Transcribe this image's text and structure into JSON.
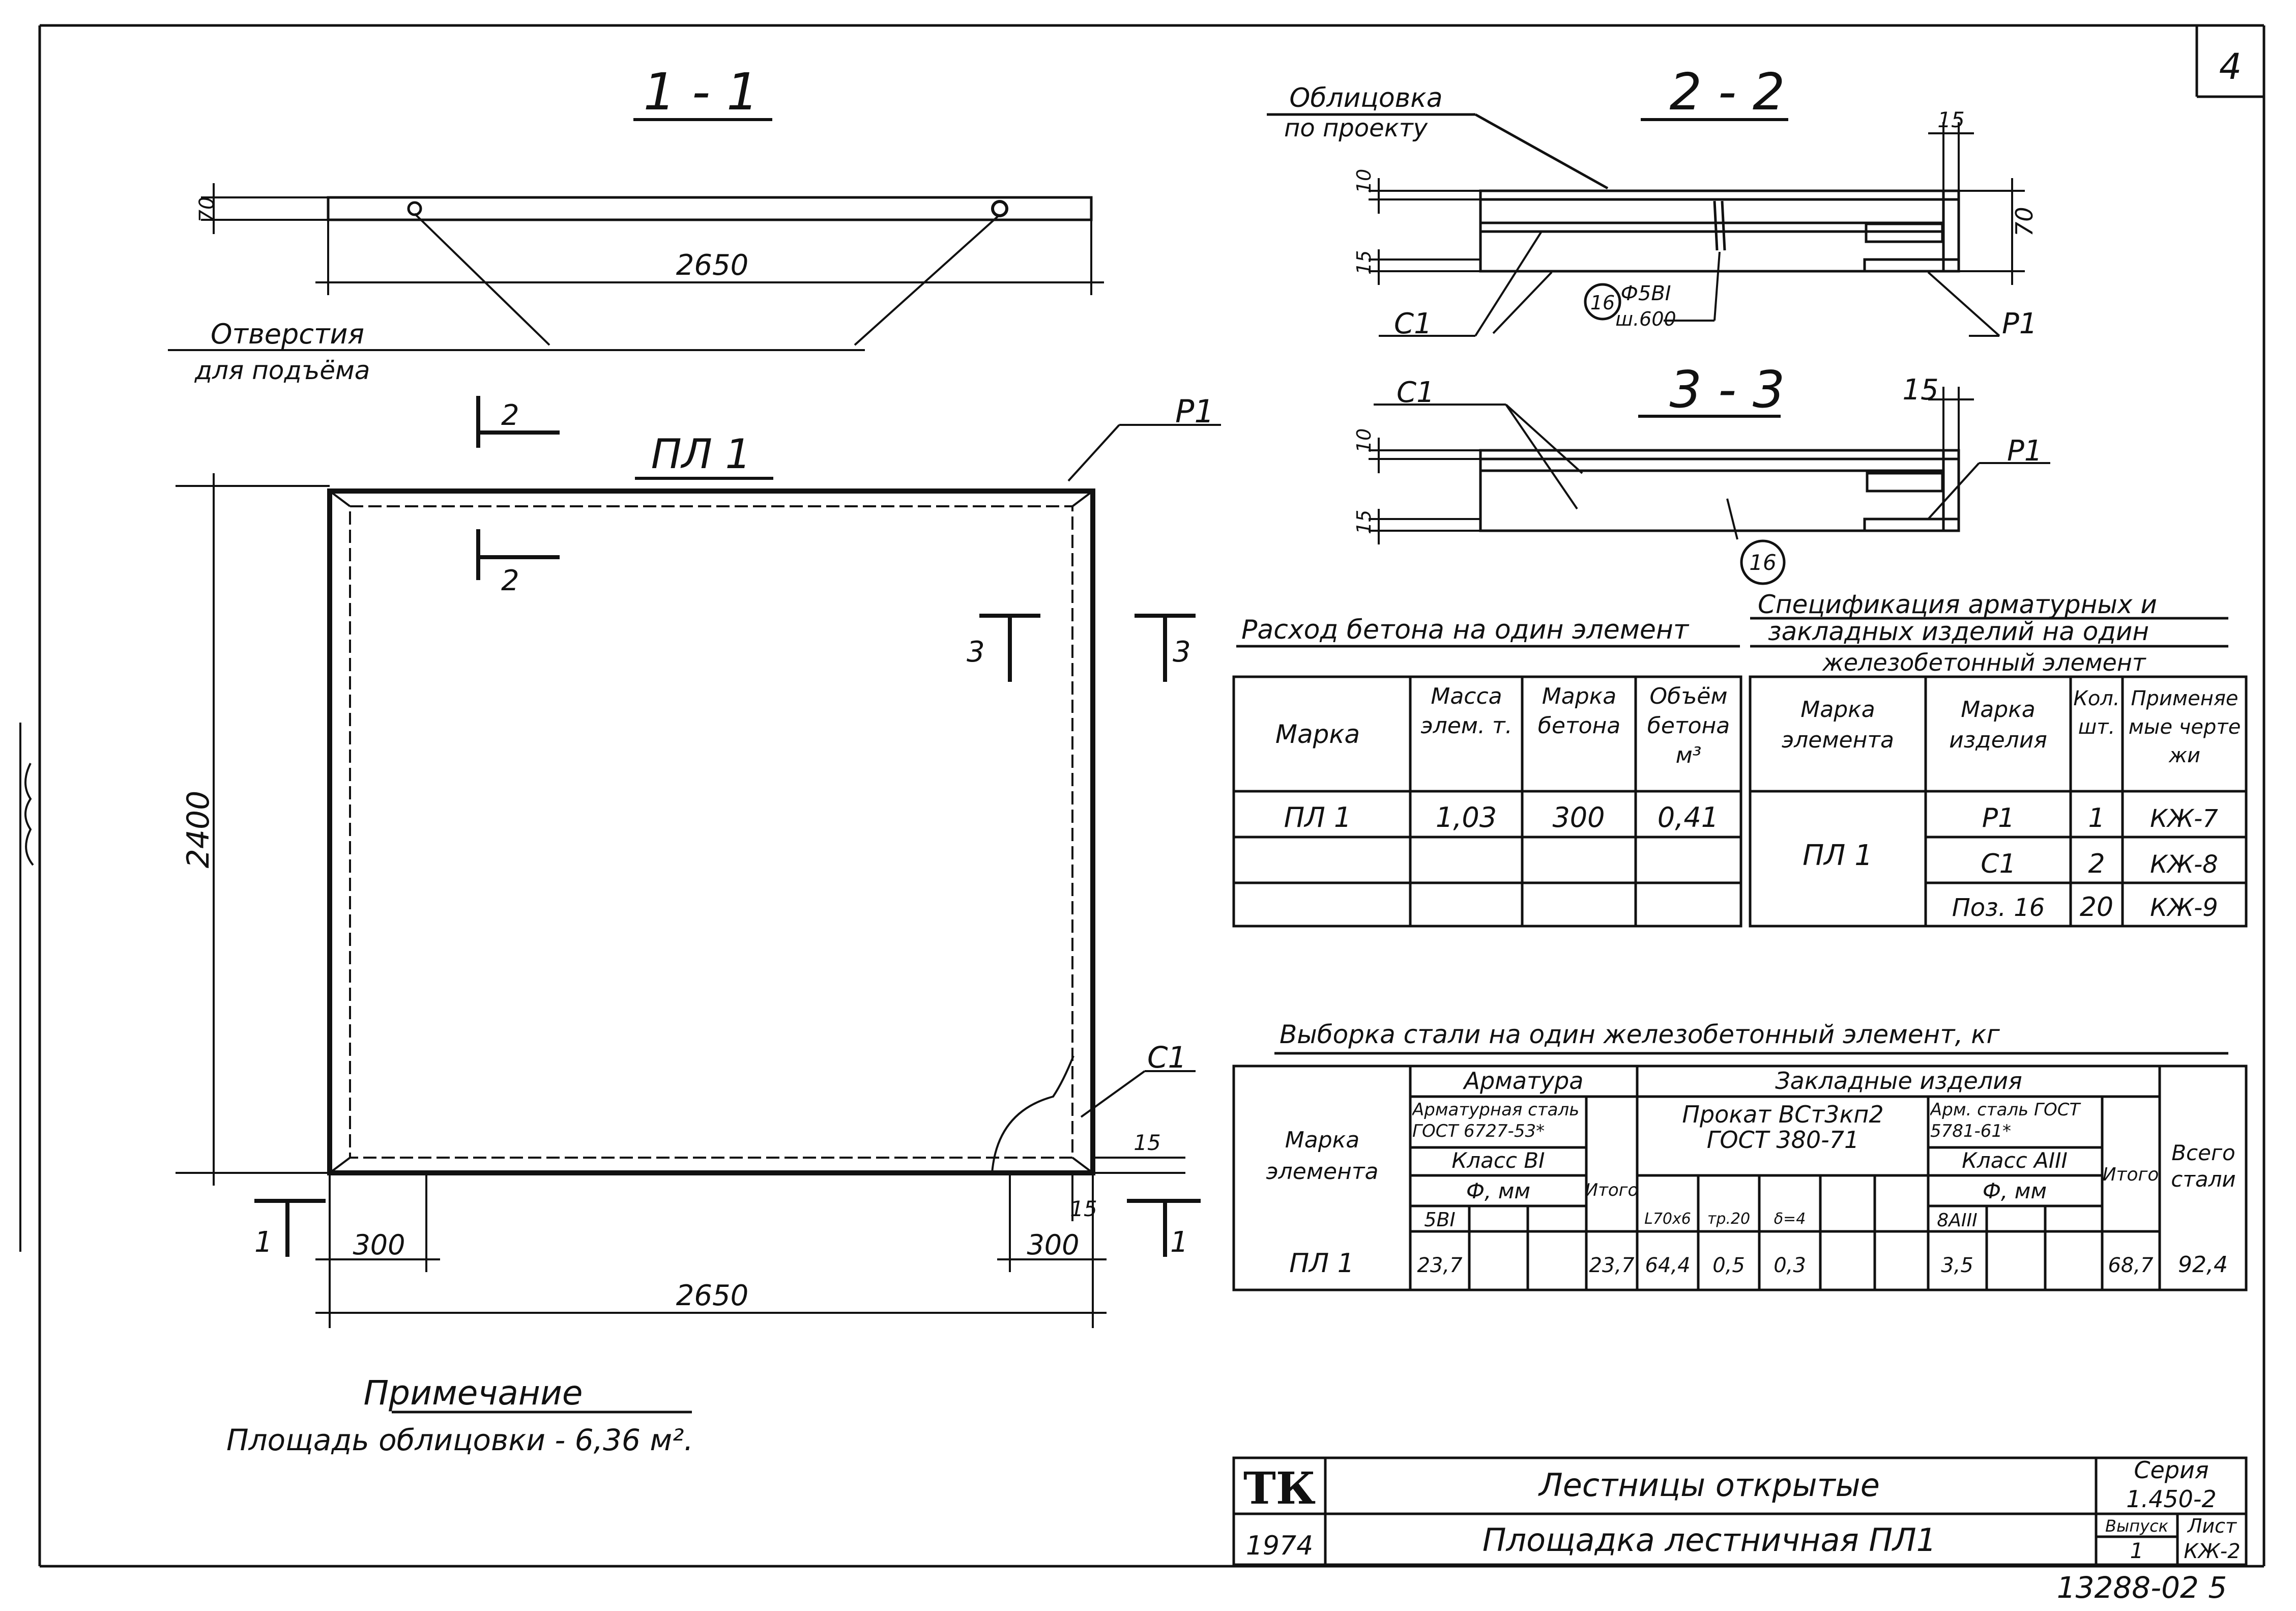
{
  "sheet": {
    "number": "4"
  },
  "section_1_1": {
    "title": "1 - 1",
    "dim_height": "70",
    "dim_length": "2650",
    "note_line1": "Отверстия",
    "note_line2": "для подъёма"
  },
  "section_2_2": {
    "title": "2 - 2",
    "cladding_line1": "Облицовка",
    "cladding_line2": "по проекту",
    "dim_top": "10",
    "dim_bottom": "15",
    "dim_width": "15",
    "dim_height": "70",
    "label_c1": "С1",
    "label_p1": "Р1",
    "pos_number": "16",
    "pos_bar": "Ф5ВI",
    "pos_spacing": "ш.600"
  },
  "section_3_3": {
    "title": "3 - 3",
    "label_c1": "С1",
    "label_p1": "Р1",
    "dim_width": "15",
    "dim_top": "10",
    "dim_bottom": "15",
    "pos_number": "16"
  },
  "plan": {
    "title": "ПЛ 1",
    "label_p1": "Р1",
    "label_c1": "С1",
    "cut_1": "1",
    "cut_2": "2",
    "cut_3": "3",
    "dim_height": "2400",
    "dim_length": "2650",
    "dim_left": "300",
    "dim_right": "300",
    "dim_edge_a": "15",
    "dim_edge_b": "15"
  },
  "note": {
    "title": "Примечание",
    "text": "Площадь облицовки - 6,36 м²."
  },
  "concrete_table": {
    "title": "Расход бетона на один элемент",
    "headers": [
      "Марка",
      "Масса элем. т.",
      "Марка бетона",
      "Объём бетона м³"
    ],
    "rows": [
      [
        "ПЛ 1",
        "1,03",
        "300",
        "0,41"
      ]
    ]
  },
  "spec_table": {
    "title_line1": "Спецификация арматурных и",
    "title_line2": "закладных изделий на один",
    "title_line3": "железобетонный элемент",
    "headers": [
      "Марка элемента",
      "Марка изделия",
      "Кол. шт.",
      "Применяемые чертежи"
    ],
    "element": "ПЛ 1",
    "rows": [
      [
        "Р1",
        "1",
        "КЖ-7"
      ],
      [
        "С1",
        "2",
        "КЖ-8"
      ],
      [
        "Поз. 16",
        "20",
        "КЖ-9"
      ]
    ]
  },
  "steel_table": {
    "title": "Выборка стали на один железобетонный элемент, кг",
    "col_element": "Марка элемента",
    "group_rebar": "Арматура",
    "rebar_steel": "Арматурная сталь ГОСТ 6727-53*",
    "rebar_class": "Класс ВI",
    "rebar_diam": "Ф, мм",
    "rebar_size": "5ВI",
    "rebar_total": "Итого",
    "group_embedded": "Закладные изделия",
    "rolled": "Прокат ВСт3кп2 ГОСТ 380-71",
    "rolled_sizes": [
      "L70х6",
      "тр.20",
      "δ=4"
    ],
    "arm_steel": "Арм. сталь ГОСТ 5781-61*",
    "arm_class": "Класс АIII",
    "arm_diam": "Ф, мм",
    "arm_size": "8АIII",
    "embedded_total": "Итого",
    "grand_total": "Всего стали",
    "row": {
      "element": "ПЛ 1",
      "rebar_5": "23,7",
      "rebar_total": "23,7",
      "l70": "64,4",
      "tr20": "0,5",
      "d4": "0,3",
      "a3": "3,5",
      "emb_total": "68,7",
      "grand": "92,4"
    }
  },
  "title_block": {
    "logo": "ТК",
    "year": "1974",
    "title": "Лестницы открытые",
    "subtitle": "Площадка лестничная ПЛ1",
    "series_label": "Серия",
    "series": "1.450-2",
    "issue_label": "Выпуск",
    "issue": "1",
    "sheet_label": "Лист",
    "sheet": "КЖ-2"
  },
  "footer_code": "13288-02 5"
}
